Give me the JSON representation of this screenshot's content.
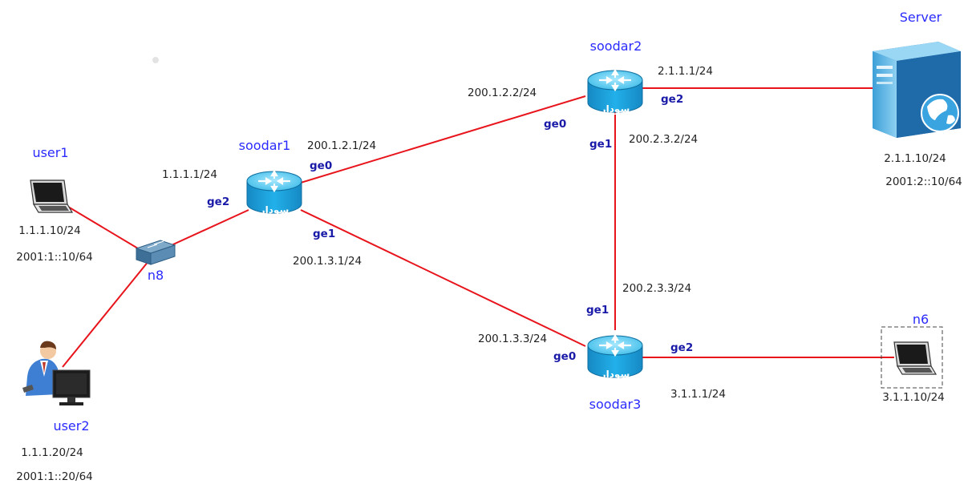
{
  "colors": {
    "link": "#e8141c",
    "label": "#2b2bff",
    "iface": "#1a1aa8",
    "router_top": "#6fd3f5",
    "router_body": "#1a9fd9"
  },
  "nodes": {
    "soodar1": {
      "name": "soodar1",
      "icon": "router-icon",
      "logo": "سودار"
    },
    "soodar2": {
      "name": "soodar2",
      "icon": "router-icon",
      "logo": "سودار"
    },
    "soodar3": {
      "name": "soodar3",
      "icon": "router-icon",
      "logo": "سودار"
    },
    "server": {
      "name": "Server",
      "icon": "server-icon",
      "addr1": "2.1.1.10/24",
      "addr2": "2001:2::10/64"
    },
    "user1": {
      "name": "user1",
      "icon": "laptop-icon",
      "addr1": "1.1.1.10/24",
      "addr2": "2001:1::10/64"
    },
    "user2": {
      "name": "user2",
      "icon": "user-workstation-icon",
      "addr1": "1.1.1.20/24",
      "addr2": "2001:1::20/64"
    },
    "n8": {
      "name": "n8",
      "icon": "switch-icon"
    },
    "n6": {
      "name": "n6",
      "icon": "laptop-icon",
      "addr1": "3.1.1.10/24"
    }
  },
  "interfaces": {
    "s1_ge0": "ge0",
    "s1_ge1": "ge1",
    "s1_ge2": "ge2",
    "s2_ge0": "ge0",
    "s2_ge1": "ge1",
    "s2_ge2": "ge2",
    "s3_ge0": "ge0",
    "s3_ge1": "ge1",
    "s3_ge2": "ge2"
  },
  "addresses": {
    "s1_ge0": "200.1.2.1/24",
    "s1_ge1": "200.1.3.1/24",
    "s1_ge2": "1.1.1.1/24",
    "s2_ge0": "200.1.2.2/24",
    "s2_ge1": "200.2.3.2/24",
    "s2_ge2": "2.1.1.1/24",
    "s3_ge0": "200.1.3.3/24",
    "s3_ge1": "200.2.3.3/24",
    "s3_ge2": "3.1.1.1/24"
  }
}
